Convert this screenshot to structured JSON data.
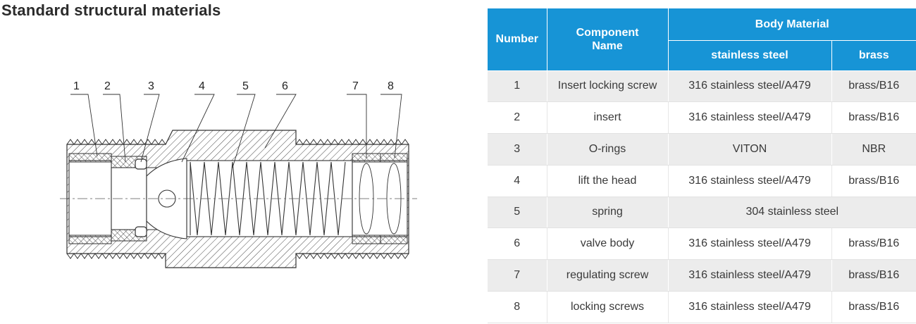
{
  "page": {
    "title": "Standard structural materials"
  },
  "diagram": {
    "callouts": [
      "1",
      "2",
      "3",
      "4",
      "5",
      "6",
      "7",
      "8"
    ]
  },
  "table": {
    "headers": {
      "number": "Number",
      "component_name": "Component Name",
      "body_material": "Body Material",
      "stainless_steel": "stainless steel",
      "brass": "brass"
    },
    "rows": [
      {
        "number": "1",
        "name": "Insert locking screw",
        "stainless": "316 stainless steel/A479",
        "brass": "brass/B16"
      },
      {
        "number": "2",
        "name": "insert",
        "stainless": "316 stainless steel/A479",
        "brass": "brass/B16"
      },
      {
        "number": "3",
        "name": "O-rings",
        "stainless": "VITON",
        "brass": "NBR"
      },
      {
        "number": "4",
        "name": "lift the head",
        "stainless": "316 stainless steel/A479",
        "brass": "brass/B16"
      },
      {
        "number": "5",
        "name": "spring",
        "merged": "304 stainless steel"
      },
      {
        "number": "6",
        "name": "valve body",
        "stainless": "316 stainless steel/A479",
        "brass": "brass/B16"
      },
      {
        "number": "7",
        "name": "regulating screw",
        "stainless": "316 stainless steel/A479",
        "brass": "brass/B16"
      },
      {
        "number": "8",
        "name": "locking screws",
        "stainless": "316 stainless steel/A479",
        "brass": "brass/B16"
      }
    ]
  },
  "colors": {
    "header_blue": "#1794d6",
    "row_shade": "#ececec",
    "title_text": "#2b2b2b"
  }
}
